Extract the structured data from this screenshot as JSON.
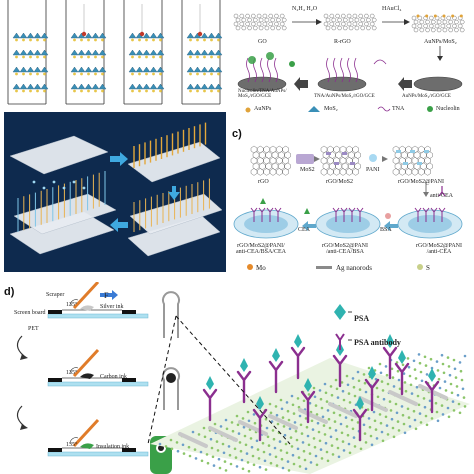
{
  "panel_b": {
    "labels": {
      "go": "GO",
      "reagent_n2h4": "N₂H₄ H₂O",
      "rgo": "R-rGO",
      "reagent_haucl4": "HAuCl₄",
      "aunps_mos2": "AuNPs/MoS₂",
      "nucleolin_tna": "Nucleolin/TNA/AuNPs/\nMoS₂/rGO/GCE",
      "tna_aunps": "TNA/AuNPs/MoS₂/rGO/GCE",
      "aunps_mos2_rgo": "AuNPs/MoS₂/rGO/GCE"
    },
    "legend": [
      "AuNPs",
      "MoS₂",
      "TNA",
      "Nucleolin"
    ]
  },
  "panel_c": {
    "tag": "c)",
    "labels": {
      "rgo": "rGO",
      "mos2": "MoS2",
      "rgo_mos2": "rGO/MoS2",
      "pani": "PANI",
      "rgo_mos2_pani": "rGO/MoS2@PANI",
      "anti_cea": "anti-CEA",
      "rgo_mos2_pani_anti_cea": "rGO/MoS2@PANI\n/anti-CEA",
      "bsa": "BSA",
      "rgo_mos2_pani_anti_cea_bsa": "rGO/MoS2@PANI\n/anti-CEA/BSA",
      "cea": "CEA",
      "rgo_mos2_pani_anti_cea_bsa_cea": "rGO/MoS2@PANI/\nanti-CEA/BSA/CEA"
    },
    "legend": [
      "Mo",
      "Ag nanorods",
      "S"
    ]
  },
  "panel_d": {
    "tag": "d)",
    "labels": {
      "scraper": "Scraper",
      "force": "F",
      "angle1": "135°",
      "silver_ink": "Silver ink",
      "screen_board": "Screen board",
      "pet": "PET",
      "angle2": "135°",
      "carbon_ink": "Carbon ink",
      "angle3": "135°",
      "insulation_ink": "Insulation ink"
    }
  },
  "panel_e": {
    "legend": [
      "PSA",
      "PSA antibody"
    ]
  },
  "colors": {
    "mos2_blue": "#3a8fb7",
    "mos2_yellow": "#e8c64a",
    "gold": "#e0a33a",
    "green": "#3aa048",
    "purple": "#8b2f8f",
    "teal": "#2fb3b0",
    "dark_blue_bg": "#0e2a4e"
  }
}
